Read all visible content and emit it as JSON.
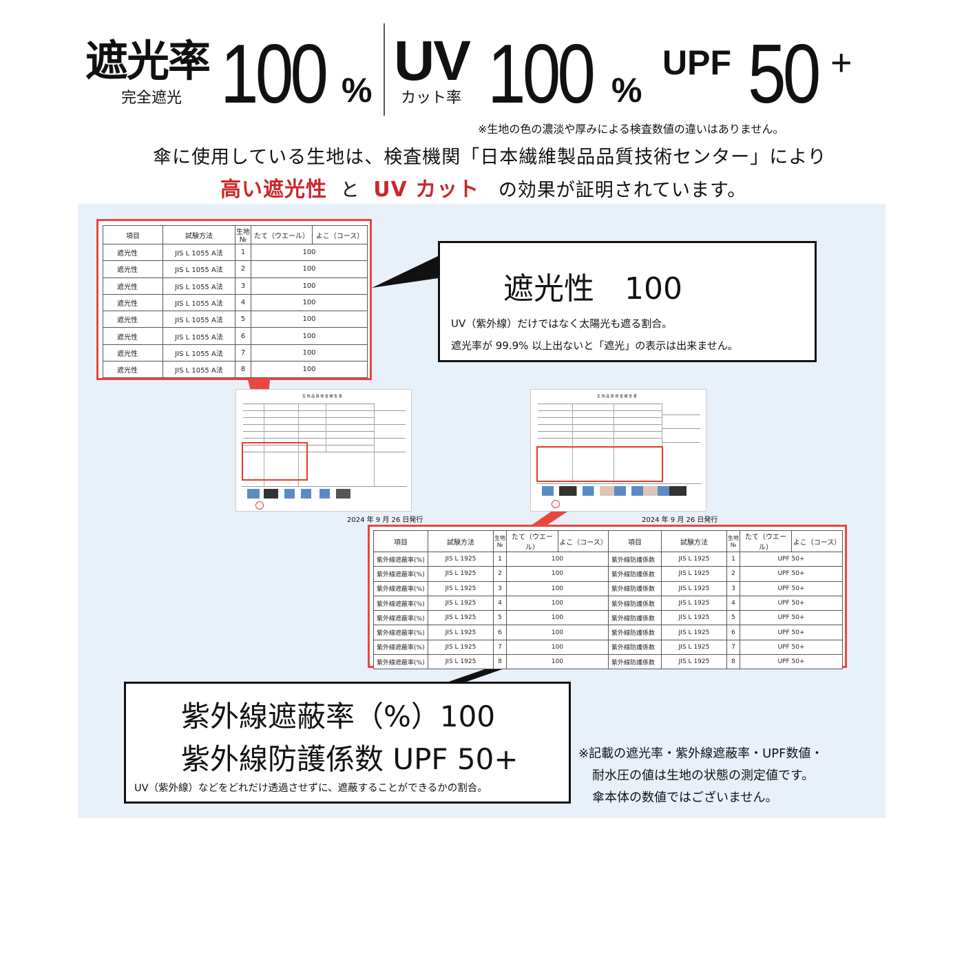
{
  "header": {
    "shading_title": "遮光率",
    "shading_sub": "完全遮光",
    "shading_value": "100",
    "percent_1": "%",
    "uv_title": "UV",
    "uv_sub": "カット率",
    "uv_value": "100",
    "percent_2": "%",
    "upf_label": "UPF",
    "upf_value": "50",
    "upf_plus": "+",
    "note": "※生地の色の濃淡や厚みによる検査数値の違いはありません。"
  },
  "lead": {
    "line1": "傘に使用している生地は、検査機関「日本繊維製品品質技術センター」により",
    "red1": "高い遮光性",
    "mid": "と",
    "red2": "UV カット",
    "tail": "の効果が証明されています。"
  },
  "shading_table": {
    "headers": [
      "項目",
      "試験方法",
      "生地№",
      "たて（ウエール）",
      "よこ（コース）"
    ],
    "rows": [
      {
        "item": "遮光性",
        "method": "JIS L 1055 A法",
        "no": "1",
        "value": "100"
      },
      {
        "item": "遮光性",
        "method": "JIS L 1055 A法",
        "no": "2",
        "value": "100"
      },
      {
        "item": "遮光性",
        "method": "JIS L 1055 A法",
        "no": "3",
        "value": "100"
      },
      {
        "item": "遮光性",
        "method": "JIS L 1055 A法",
        "no": "4",
        "value": "100"
      },
      {
        "item": "遮光性",
        "method": "JIS L 1055 A法",
        "no": "5",
        "value": "100"
      },
      {
        "item": "遮光性",
        "method": "JIS L 1055 A法",
        "no": "6",
        "value": "100"
      },
      {
        "item": "遮光性",
        "method": "JIS L 1055 A法",
        "no": "7",
        "value": "100"
      },
      {
        "item": "遮光性",
        "method": "JIS L 1055 A法",
        "no": "8",
        "value": "100"
      }
    ]
  },
  "shading_callout": {
    "title": "遮光性　100",
    "line1": "UV（紫外線）だけではなく太陽光も遮る割合。",
    "line2": "遮光率が 99.9% 以上出ないと「遮光」の表示は出来ません。"
  },
  "doc1": {
    "title": "生 地 品 質 検 査 報 告 書",
    "caption": "2024 年 9 月 26 日発行"
  },
  "doc2": {
    "title": "生 地 品 質 検 査 報 告 書",
    "caption": "2024 年 9 月 26 日発行"
  },
  "uv_table": {
    "headers": [
      "項目",
      "試験方法",
      "生地№",
      "たて（ウエール）",
      "よこ（コース）",
      "項目",
      "試験方法",
      "生地№",
      "たて（ウエール）",
      "よこ（コース）"
    ],
    "rows": [
      {
        "item": "紫外線遮蔽率(%)",
        "method": "JIS L 1925",
        "no": "1",
        "value": "100",
        "item2": "紫外線防護係数",
        "method2": "JIS L 1925",
        "no2": "1",
        "value2": "UPF 50+"
      },
      {
        "item": "紫外線遮蔽率(%)",
        "method": "JIS L 1925",
        "no": "2",
        "value": "100",
        "item2": "紫外線防護係数",
        "method2": "JIS L 1925",
        "no2": "2",
        "value2": "UPF 50+"
      },
      {
        "item": "紫外線遮蔽率(%)",
        "method": "JIS L 1925",
        "no": "3",
        "value": "100",
        "item2": "紫外線防護係数",
        "method2": "JIS L 1925",
        "no2": "3",
        "value2": "UPF 50+"
      },
      {
        "item": "紫外線遮蔽率(%)",
        "method": "JIS L 1925",
        "no": "4",
        "value": "100",
        "item2": "紫外線防護係数",
        "method2": "JIS L 1925",
        "no2": "4",
        "value2": "UPF 50+"
      },
      {
        "item": "紫外線遮蔽率(%)",
        "method": "JIS L 1925",
        "no": "5",
        "value": "100",
        "item2": "紫外線防護係数",
        "method2": "JIS L 1925",
        "no2": "5",
        "value2": "UPF 50+"
      },
      {
        "item": "紫外線遮蔽率(%)",
        "method": "JIS L 1925",
        "no": "6",
        "value": "100",
        "item2": "紫外線防護係数",
        "method2": "JIS L 1925",
        "no2": "6",
        "value2": "UPF 50+"
      },
      {
        "item": "紫外線遮蔽率(%)",
        "method": "JIS L 1925",
        "no": "7",
        "value": "100",
        "item2": "紫外線防護係数",
        "method2": "JIS L 1925",
        "no2": "7",
        "value2": "UPF 50+"
      },
      {
        "item": "紫外線遮蔽率(%)",
        "method": "JIS L 1925",
        "no": "8",
        "value": "100",
        "item2": "紫外線防護係数",
        "method2": "JIS L 1925",
        "no2": "8",
        "value2": "UPF 50+"
      }
    ]
  },
  "uv_callout": {
    "line1": "紫外線遮蔽率（%）100",
    "line2": "紫外線防護係数 UPF 50+",
    "desc": "UV（紫外線）などをどれだけ透過させずに、遮蔽することができるかの割合。"
  },
  "footnote": {
    "line1": "※記載の遮光率・紫外線遮蔽率・UPF数値・",
    "line2": "耐水圧の値は生地の状態の測定値です。",
    "line3": "傘本体の数値ではございません。"
  }
}
